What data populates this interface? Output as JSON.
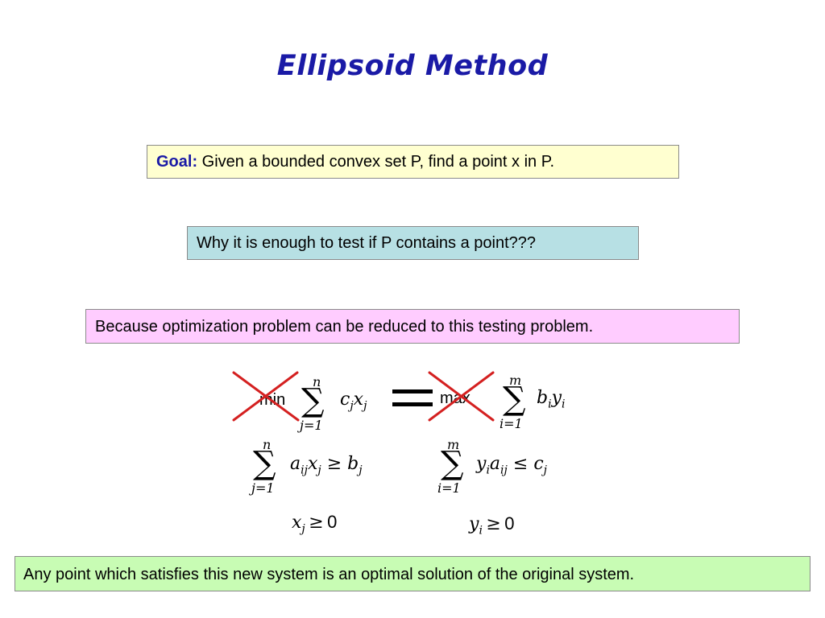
{
  "slide": {
    "title": "Ellipsoid Method",
    "goal_label": "Goal:",
    "goal_text": " Given a bounded convex set P, find a point x in P.",
    "why_text": "Why it is enough to test if P contains a point???",
    "because_text": "Because optimization problem can be reduced to this testing problem.",
    "any_point_text": "Any point which satisfies this new system is an optimal solution of the original system.",
    "primal": {
      "objective_word": "min",
      "sum_upper": "n",
      "sum_lower": "j=1",
      "objective_term": "c",
      "objective_sub": "j",
      "objective_var": "x",
      "objective_var_sub": "j",
      "constraint_upper": "n",
      "constraint_lower": "j=1",
      "constraint_lhs": "a",
      "constraint_lhs_sub": "ij",
      "constraint_var": "x",
      "constraint_var_sub": "j",
      "constraint_op": "≥",
      "constraint_rhs": "b",
      "constraint_rhs_sub": "j",
      "nonneg_var": "x",
      "nonneg_sub": "j",
      "nonneg_op": "≥",
      "nonneg_value": "0"
    },
    "dual": {
      "objective_word": "max",
      "sum_upper": "m",
      "sum_lower": "i=1",
      "objective_term": "b",
      "objective_sub": "i",
      "objective_var": "y",
      "objective_var_sub": "i",
      "constraint_upper": "m",
      "constraint_lower": "i=1",
      "constraint_lhs": "y",
      "constraint_lhs_sub": "i",
      "constraint_var": "a",
      "constraint_var_sub": "ij",
      "constraint_op": "≤",
      "constraint_rhs": "c",
      "constraint_rhs_sub": "j",
      "nonneg_var": "y",
      "nonneg_sub": "i",
      "nonneg_op": "≥",
      "nonneg_value": "0"
    },
    "colors": {
      "title": "#1a1aa6",
      "goal_box": "#ffffd0",
      "why_box": "#b7e0e4",
      "because_box": "#ffccff",
      "any_point_box": "#c8fcb4",
      "cross": "#d42020"
    }
  }
}
